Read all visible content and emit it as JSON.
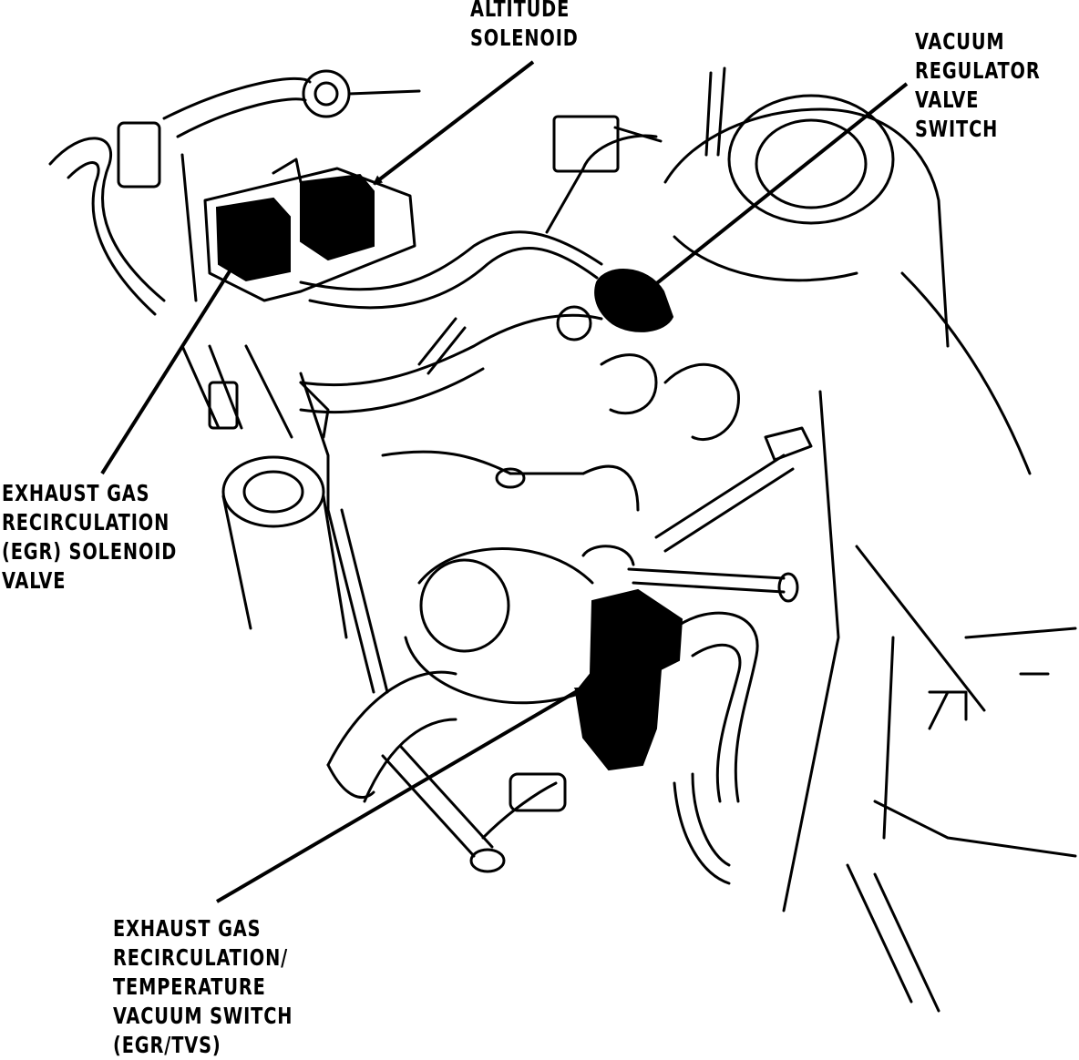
{
  "labels": {
    "altitude_solenoid": [
      "ALTITUDE",
      "SOLENOID"
    ],
    "vacuum_regulator_valve_switch": [
      "VACUUM",
      "REGULATOR",
      "VALVE",
      "SWITCH"
    ],
    "egr_solenoid_valve": [
      "EXHAUST GAS",
      "RECIRCULATION",
      "(EGR) SOLENOID",
      "VALVE"
    ],
    "egr_tvs": [
      "EXHAUST GAS",
      "RECIRCULATION/",
      "TEMPERATURE",
      "VACUUM SWITCH",
      "(EGR/TVS)"
    ]
  },
  "colors": {
    "ink": "#000000",
    "background": "#ffffff"
  }
}
